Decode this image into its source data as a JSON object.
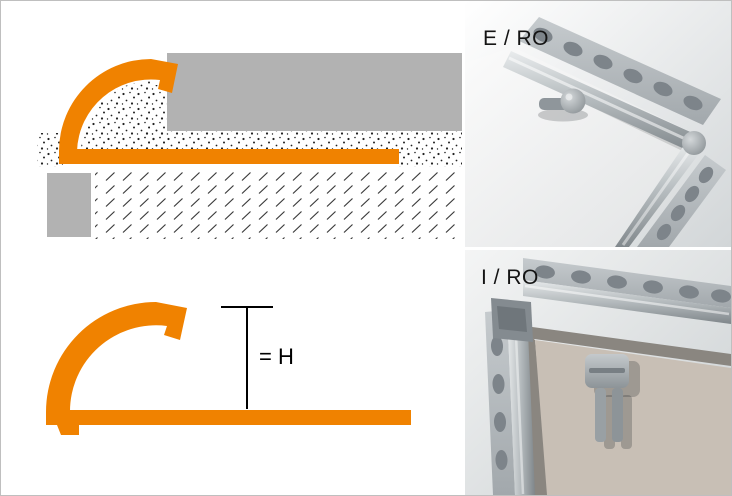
{
  "labels": {
    "external_corner": "E / RO",
    "internal_corner": "I / RO",
    "height_dimension": "= H"
  },
  "colors": {
    "profile_orange": "#F08200",
    "tile_gray": "#B2B2B2",
    "metal_gray": "#A9AFB3",
    "hole_gray": "#7D848A",
    "tile_beige": "#C8BFB5",
    "line_black": "#000000"
  },
  "figure": {
    "top_left": "installed cross-section of quarter-round edge profile with tile, mortar and substrate",
    "top_right": "external corner assembly photo",
    "bottom_left": "profile cross-section with height dimension",
    "bottom_right": "internal corner assembly photo"
  }
}
